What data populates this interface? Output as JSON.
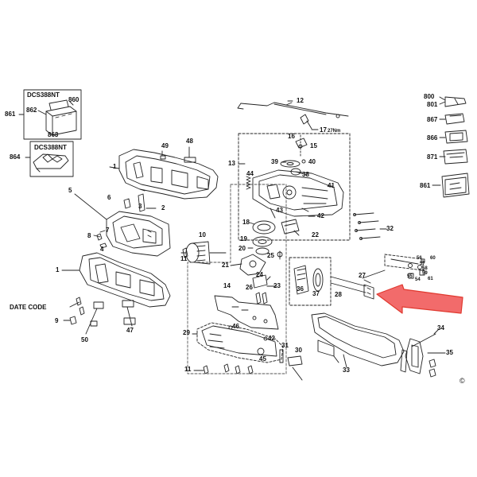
{
  "kits": {
    "top_left_title": "DCS388NT",
    "top_left_ref": "861",
    "mid_left_title": "DCS388NT",
    "mid_left_ref": "864"
  },
  "labels": {
    "n860": "860",
    "n862": "862",
    "n863": "863",
    "n800": "800",
    "n801": "801",
    "n867": "867",
    "n866": "866",
    "n871": "871",
    "n861b": "861",
    "n12": "12",
    "n17": "17",
    "n27nm": "27Nm",
    "n16": "16",
    "n15": "15",
    "n39": "39",
    "n40": "40",
    "n38": "38",
    "n13": "13",
    "n44": "44",
    "n41": "41",
    "n49": "49",
    "n48": "48",
    "n1a": "1",
    "n5": "5",
    "n6": "6",
    "n3": "3",
    "n2": "2",
    "n43": "43",
    "n42a": "42",
    "n18": "18",
    "n22": "22",
    "n32": "32",
    "n19": "19",
    "n20": "20",
    "n25": "25",
    "n8": "8",
    "n7": "7",
    "n4": "4",
    "n10": "10",
    "n11": "11",
    "n21": "21",
    "n1b": "1",
    "n24": "24",
    "n23": "23",
    "n36": "36",
    "n37": "37",
    "n28": "28",
    "n27": "27",
    "n56": "56",
    "n57": "57",
    "n58": "58",
    "n59": "59",
    "n60": "60",
    "n55": "55",
    "n54": "54",
    "n61": "61",
    "date_code": "DATE CODE",
    "n14": "14",
    "n26": "26",
    "n9": "9",
    "n50": "50",
    "n47": "47",
    "n29": "29",
    "n46": "46",
    "n42b": "42",
    "n31": "31",
    "n30": "30",
    "n45": "45",
    "n11b": "11",
    "n33": "33",
    "n34": "34",
    "n35": "35"
  },
  "copyright": "©",
  "colors": {
    "line": "#222222",
    "arrow_fill": "#f26b6b",
    "arrow_stroke": "#e0392f",
    "dash": "#444444"
  }
}
